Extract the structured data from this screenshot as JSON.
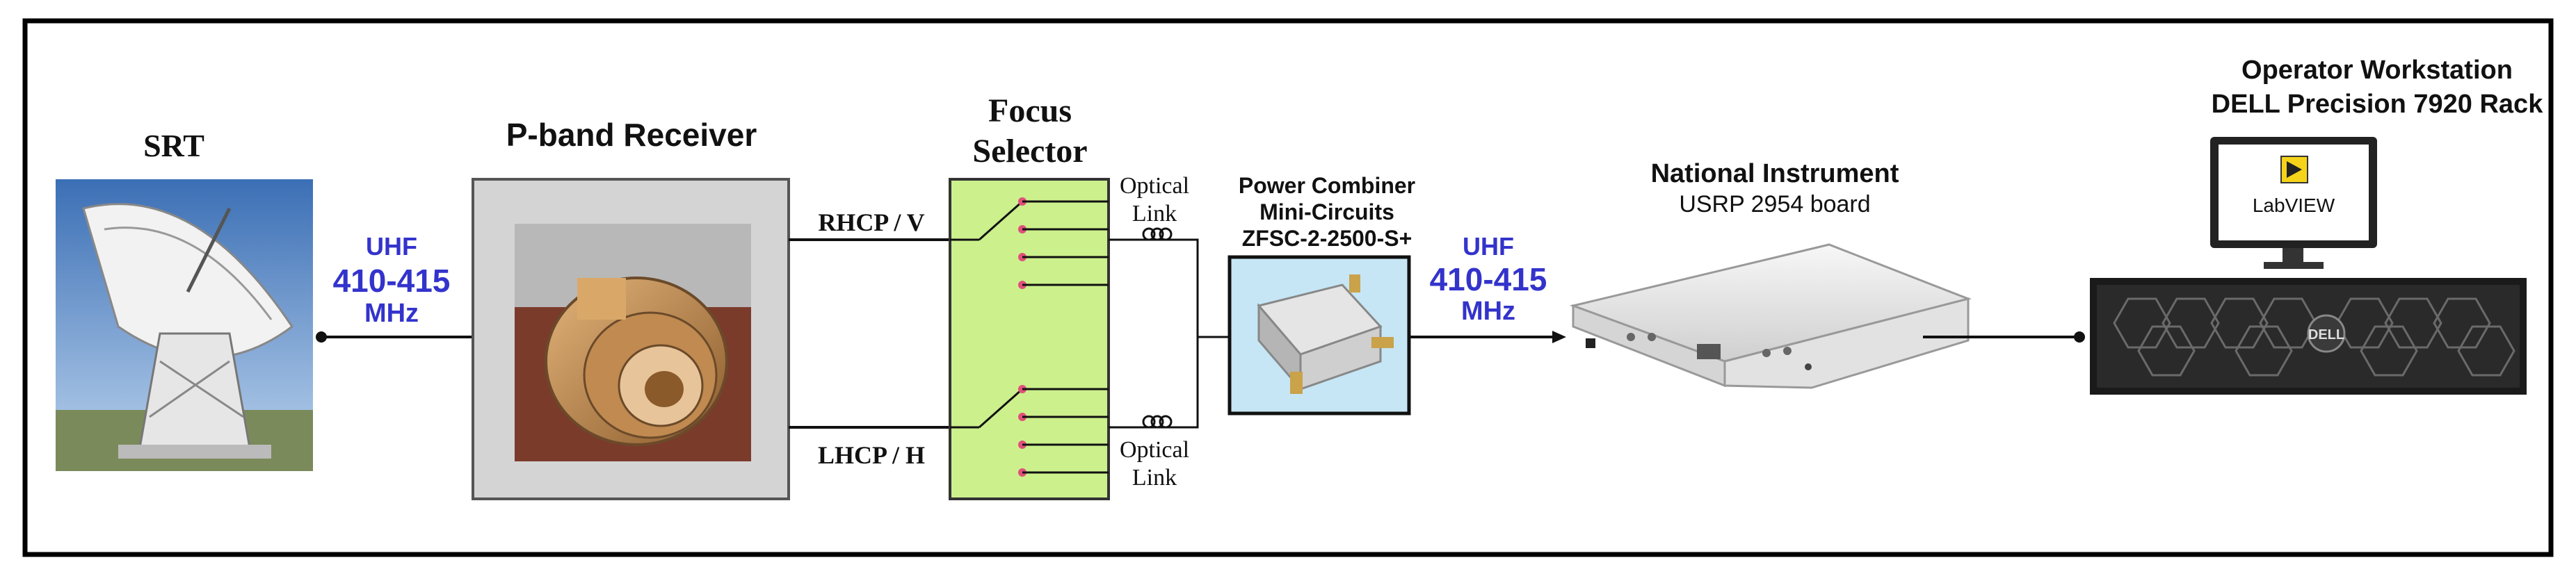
{
  "srt": {
    "title": "SRT"
  },
  "uhf_left": {
    "band": "UHF",
    "range": "410-415",
    "unit": "MHz"
  },
  "receiver": {
    "title": "P-band Receiver"
  },
  "polarizations": {
    "top": "RHCP / V",
    "bottom": "LHCP / H"
  },
  "focus_selector": {
    "title_line1": "Focus",
    "title_line2": "Selector"
  },
  "optical_top": {
    "line1": "Optical",
    "line2": "Link"
  },
  "optical_bottom": {
    "line1": "Optical",
    "line2": "Link"
  },
  "combiner": {
    "line1": "Power Combiner",
    "line2": "Mini-Circuits",
    "line3": "ZFSC-2-2500-S+"
  },
  "uhf_right": {
    "band": "UHF",
    "range": "410-415",
    "unit": "MHz"
  },
  "usrp": {
    "line1": "National Instrument",
    "line2": "USRP 2954 board"
  },
  "workstation": {
    "line1": "Operator Workstation",
    "line2": "DELL Precision 7920 Rack",
    "screen_text": "LabVIEW",
    "server_brand": "DELL"
  },
  "colors": {
    "selector_fill": "#ccf08c",
    "receiver_bg": "#d4d4d4",
    "uhf_text": "#3333cc",
    "frame": "#000000"
  }
}
